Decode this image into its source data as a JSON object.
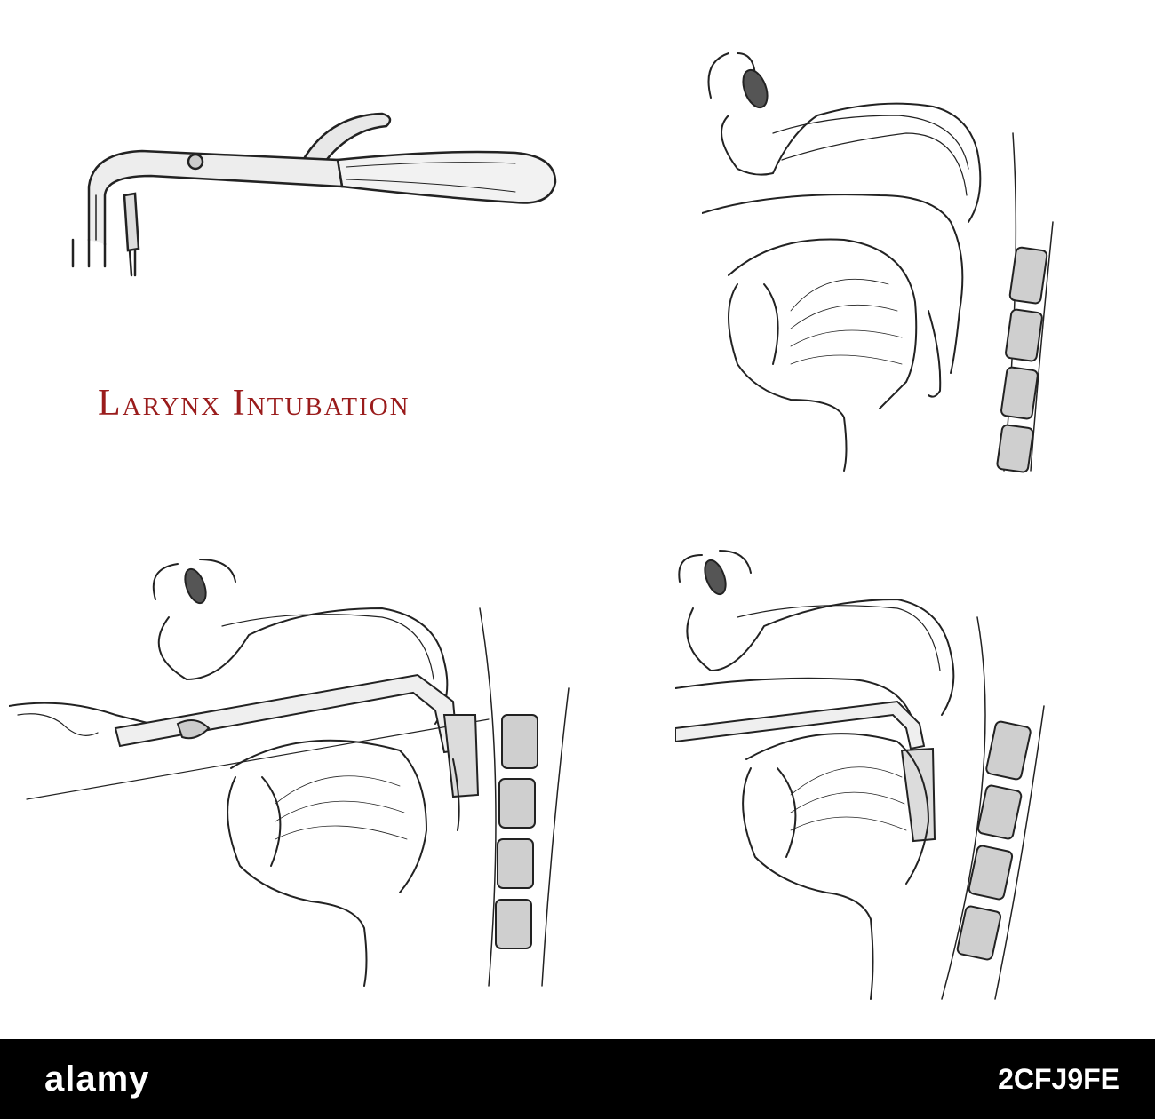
{
  "title": "Larynx Intubation",
  "watermark": "alamy",
  "image_id": "2CFJ9FE",
  "colors": {
    "title": "#9a1c1c",
    "ink": "#222222",
    "footer": "#000000"
  },
  "panels": {
    "instrument": {
      "icon": "intubation-forceps-icon"
    },
    "top_right": {
      "icon": "head-sagittal-section-icon"
    },
    "bottom_left": {
      "icon": "intubation-insertion-icon"
    },
    "bottom_right": {
      "icon": "tube-placed-icon"
    }
  }
}
